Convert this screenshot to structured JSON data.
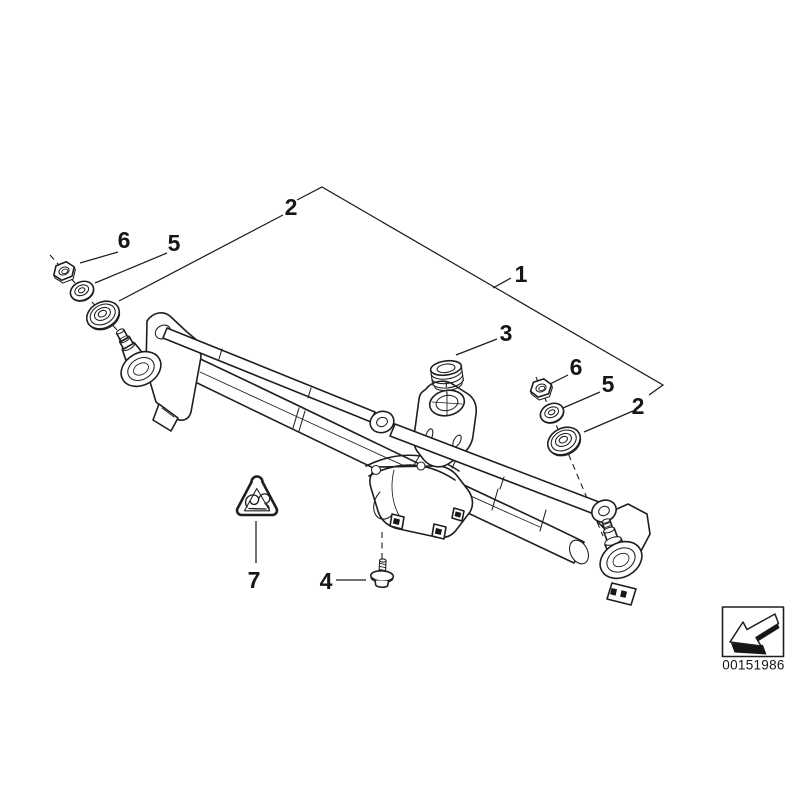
{
  "diagram": {
    "type": "exploded-parts-diagram",
    "background_color": "#ffffff",
    "line_color": "#1e1e1e",
    "callouts": [
      {
        "label": "2",
        "position": "top"
      },
      {
        "label": "6",
        "position": "upper-left"
      },
      {
        "label": "5",
        "position": "upper-left"
      },
      {
        "label": "1",
        "position": "upper-right"
      },
      {
        "label": "3",
        "position": "center"
      },
      {
        "label": "6",
        "position": "right"
      },
      {
        "label": "5",
        "position": "right"
      },
      {
        "label": "2",
        "position": "right"
      },
      {
        "label": "7",
        "position": "bottom-left"
      },
      {
        "label": "4",
        "position": "bottom-center"
      }
    ],
    "symbols": [
      {
        "name": "warning-triangle-icon"
      },
      {
        "name": "page-turn-arrow-icon"
      }
    ],
    "stamp": {
      "part_number": "00151986"
    }
  }
}
